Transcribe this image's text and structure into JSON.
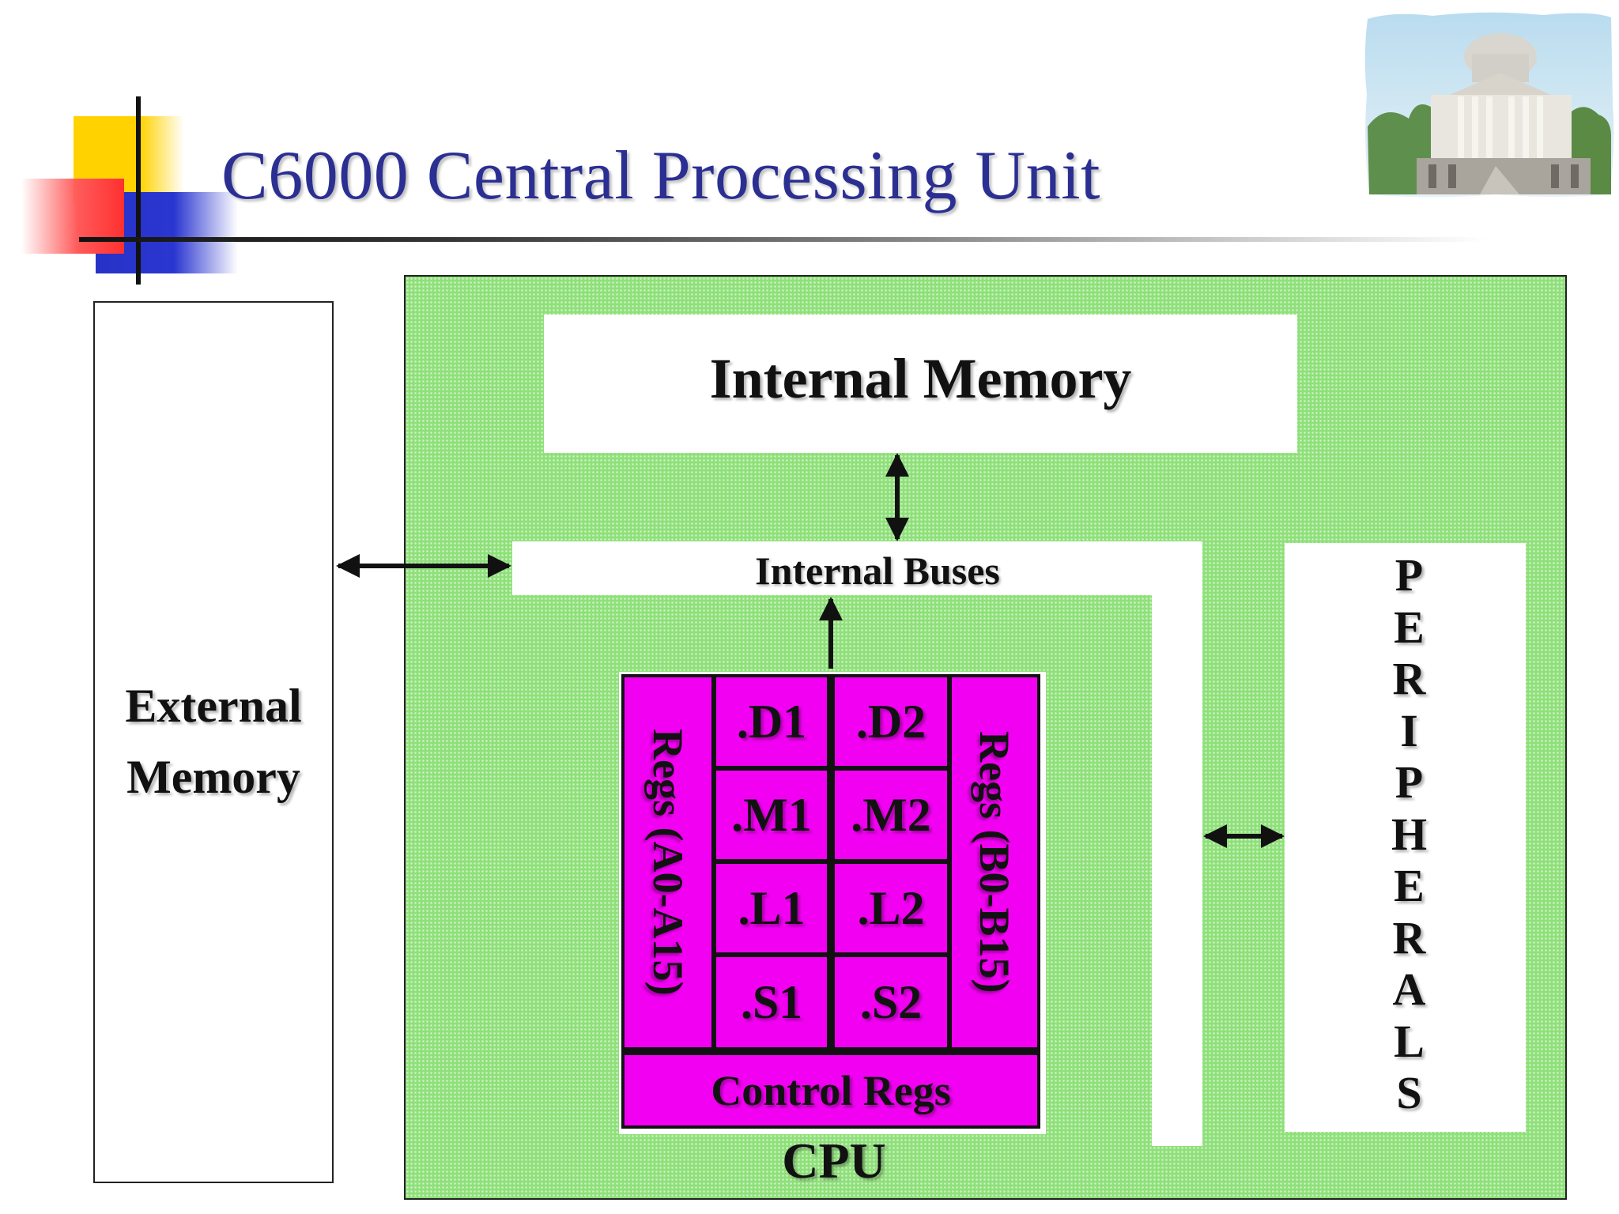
{
  "slide": {
    "title": "C6000 Central Processing Unit"
  },
  "diagram": {
    "external_memory": [
      "External",
      "Memory"
    ],
    "internal_memory": "Internal Memory",
    "internal_buses": "Internal Buses",
    "peripherals": [
      "P",
      "E",
      "R",
      "I",
      "P",
      "H",
      "E",
      "R",
      "A",
      "L",
      "S"
    ],
    "cpu": {
      "label": "CPU",
      "regs_a": "Regs (A0-A15)",
      "regs_b": "Regs (B0-B15)",
      "units_a": [
        ".D1",
        ".M1",
        ".L1",
        ".S1"
      ],
      "units_b": [
        ".D2",
        ".M2",
        ".L2",
        ".S2"
      ],
      "control_regs": "Control Regs"
    }
  },
  "colors": {
    "title": "#2b2f92",
    "chip_green": "#8fe07a",
    "cpu_magenta": "#f200f2"
  }
}
